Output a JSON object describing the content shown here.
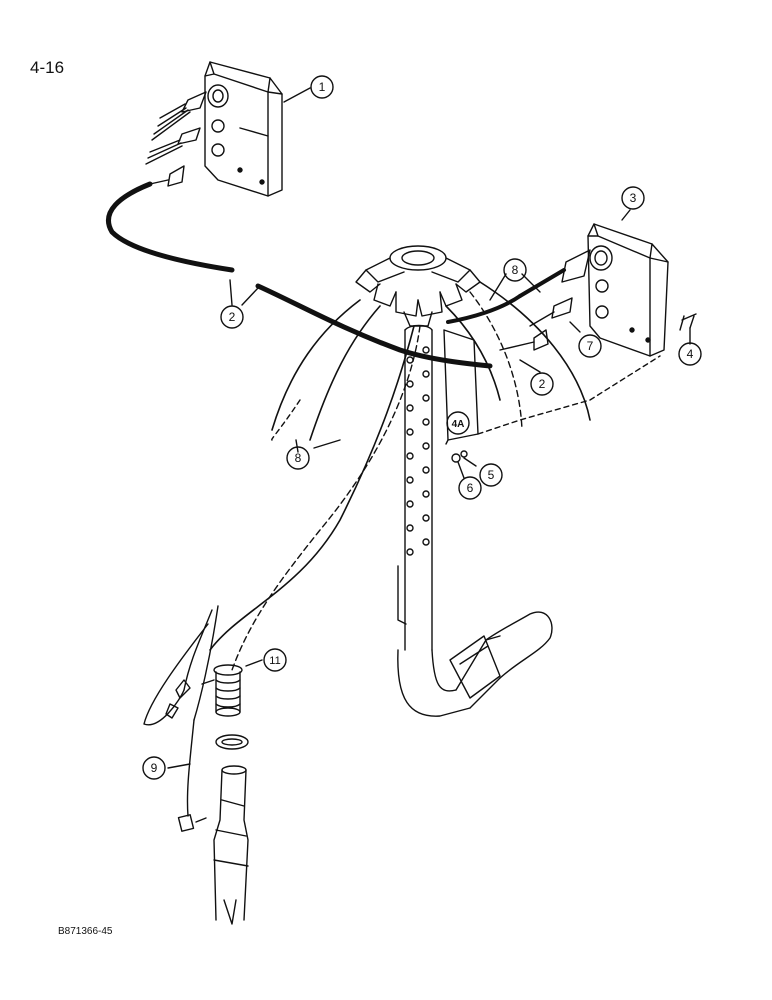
{
  "page": {
    "number": "4-16",
    "code": "B871366-45"
  },
  "callouts": {
    "c1": "1",
    "c2a": "2",
    "c2b": "2",
    "c3": "3",
    "c4": "4",
    "c4a": "4A",
    "c5": "5",
    "c6": "6",
    "c7": "7",
    "c8a": "8",
    "c8b": "8",
    "c9": "9",
    "c11": "11"
  }
}
